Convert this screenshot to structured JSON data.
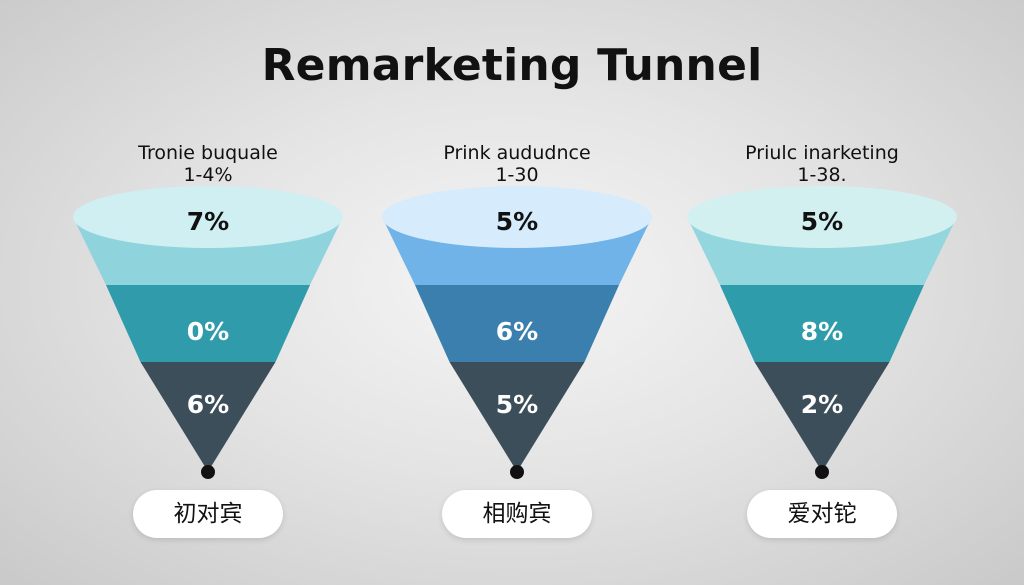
{
  "title": "Remarketing Tunnel",
  "funnels": [
    {
      "name": "Tronie buquale",
      "range": "1-4%",
      "top_value": "7%",
      "mid_value": "0%",
      "bottom_value": "6%",
      "stage_label": "初对宾",
      "colors": {
        "rim": "#cfeff2",
        "top": "#8fd3dd",
        "mid": "#2f9bab",
        "bottom": "#3d4e5b"
      }
    },
    {
      "name": "Prink aududnce",
      "range": "1-30",
      "top_value": "5%",
      "mid_value": "6%",
      "bottom_value": "5%",
      "stage_label": "相购宾",
      "colors": {
        "rim": "#d6ebfb",
        "top": "#6fb3e8",
        "mid": "#3a7fad",
        "bottom": "#3d4e5b"
      }
    },
    {
      "name": "Priulc inarketing",
      "range": "1-38.",
      "top_value": "5%",
      "mid_value": "8%",
      "bottom_value": "2%",
      "stage_label": "爱对铊",
      "colors": {
        "rim": "#d3f0f1",
        "top": "#93d6dd",
        "mid": "#2e9cab",
        "bottom": "#3d4e5b"
      }
    }
  ]
}
